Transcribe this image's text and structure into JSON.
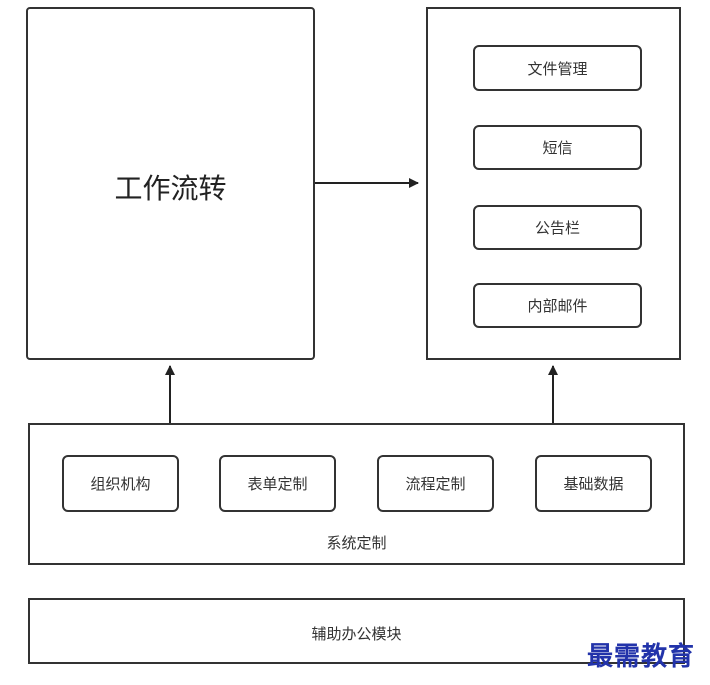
{
  "workflow": {
    "title": "工作流转"
  },
  "modules": {
    "items": [
      "文件管理",
      "短信",
      "公告栏",
      "内部邮件"
    ]
  },
  "system": {
    "label": "系统定制",
    "items": [
      "组织机构",
      "表单定制",
      "流程定制",
      "基础数据"
    ]
  },
  "auxiliary": {
    "label": "辅助办公模块"
  },
  "watermark": {
    "text": "最需教育"
  },
  "colors": {
    "stroke": "#333333",
    "watermark": "#2233aa"
  }
}
